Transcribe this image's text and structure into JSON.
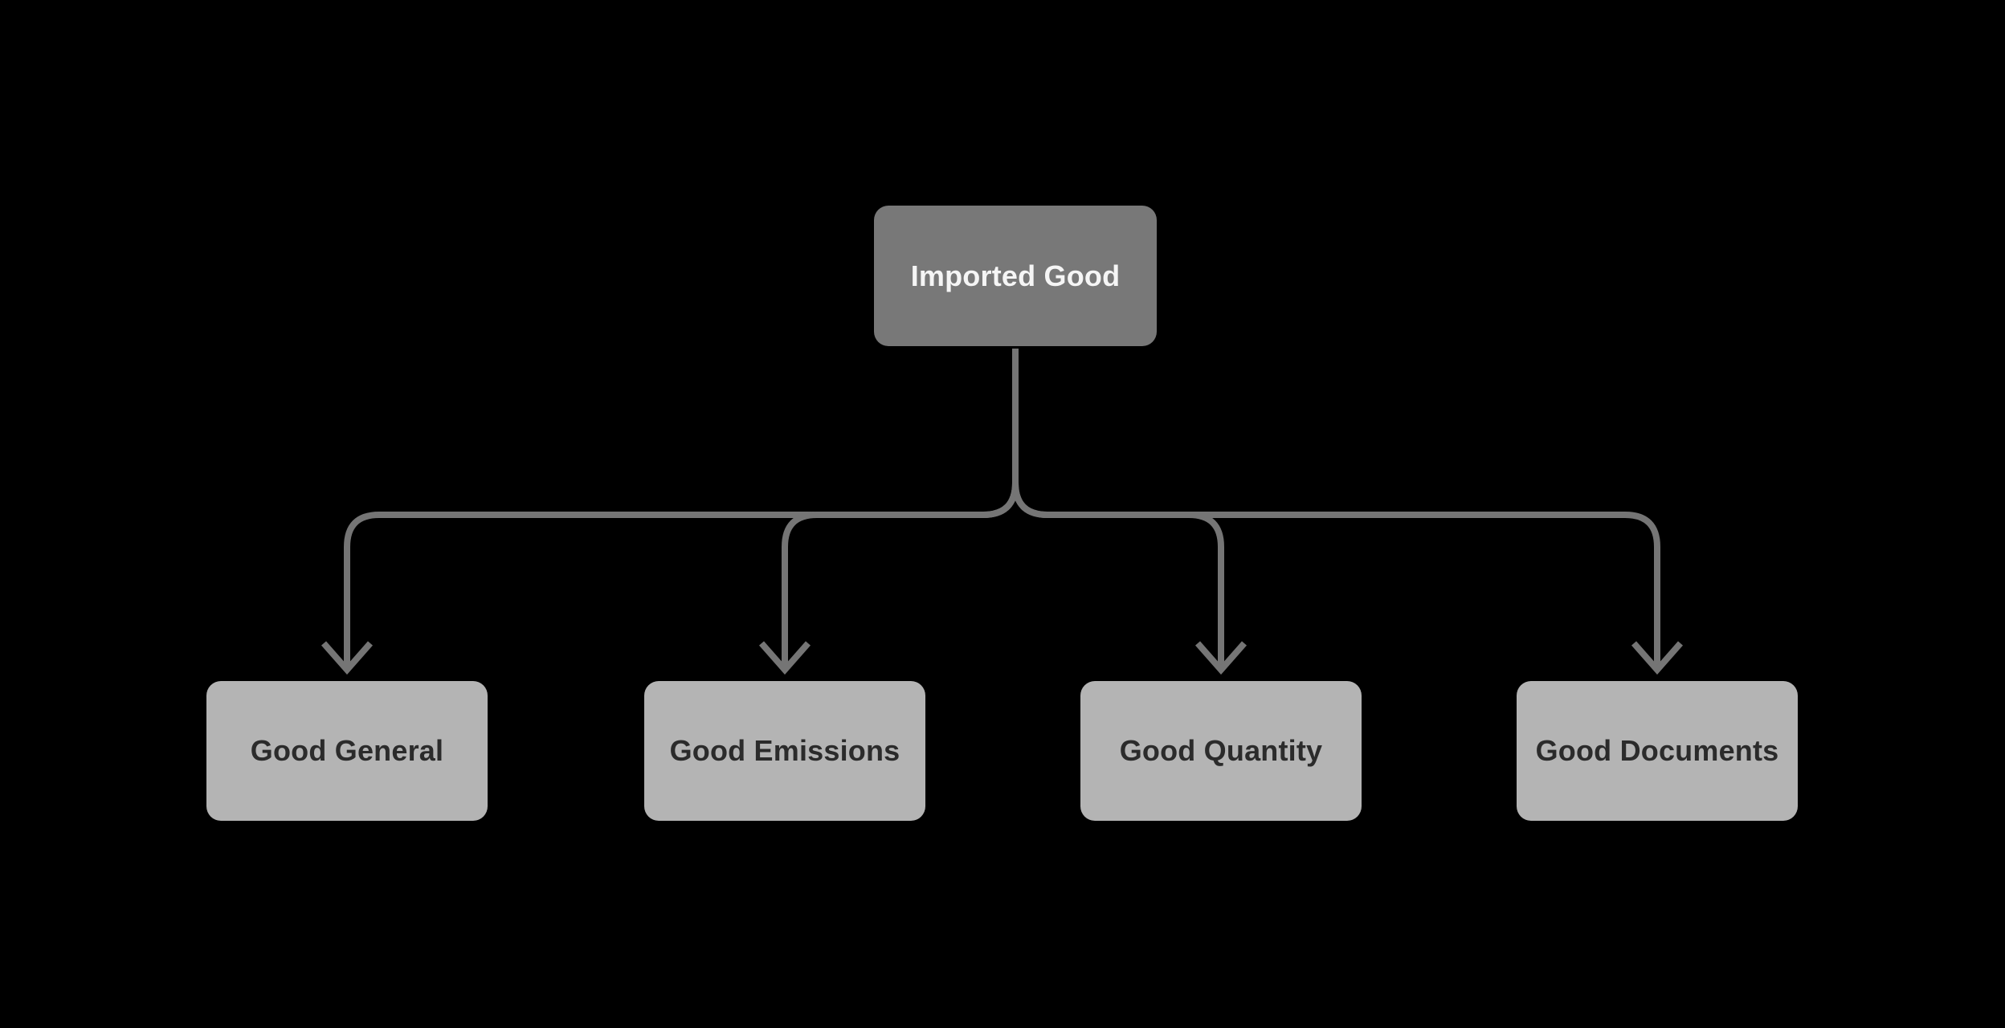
{
  "diagram": {
    "root": {
      "label": "Imported Good"
    },
    "children": [
      {
        "label": "Good General"
      },
      {
        "label": "Good Emissions"
      },
      {
        "label": "Good Quantity"
      },
      {
        "label": "Good Documents"
      }
    ],
    "colors": {
      "background": "#000000",
      "root_fill": "#787878",
      "root_text": "#f5f5f5",
      "child_fill": "#b4b4b4",
      "child_text": "#2b2b2b",
      "connector": "#757575"
    }
  }
}
